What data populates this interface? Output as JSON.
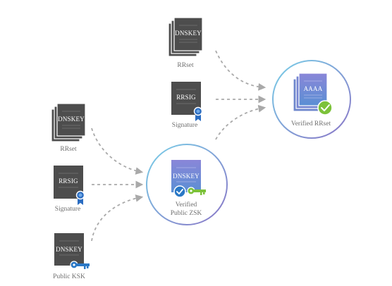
{
  "nodes": {
    "top_rrset": {
      "doc_label": "DNSKEY",
      "caption": "RRset"
    },
    "top_signature": {
      "doc_label": "RRSIG",
      "caption": "Signature"
    },
    "verified_rrset": {
      "doc_label": "AAAA",
      "caption": "Verified RRset"
    },
    "mid_rrset": {
      "doc_label": "DNSKEY",
      "caption": "RRset"
    },
    "mid_signature": {
      "doc_label": "RRSIG",
      "caption": "Signature"
    },
    "public_ksk": {
      "doc_label": "DNSKEY",
      "caption": "Public KSK"
    },
    "verified_zsk": {
      "doc_label": "DNSKEY",
      "caption_line1": "Verified",
      "caption_line2": "Public ZSK"
    }
  },
  "icons": {
    "ribbon": "award-ribbon-icon",
    "key_blue": "key-icon",
    "key_green": "key-icon",
    "check": "check-icon"
  },
  "colors": {
    "doc_dark": "#4d4d4d",
    "doc_gradient_start": "#7e86d6",
    "doc_gradient_end": "#5a8fd4",
    "ring_start": "#78d0e8",
    "ring_end": "#8a74c6",
    "check_green": "#7cc23a",
    "key_blue": "#2a78c6",
    "ribbon_blue": "#2a6cc1"
  }
}
